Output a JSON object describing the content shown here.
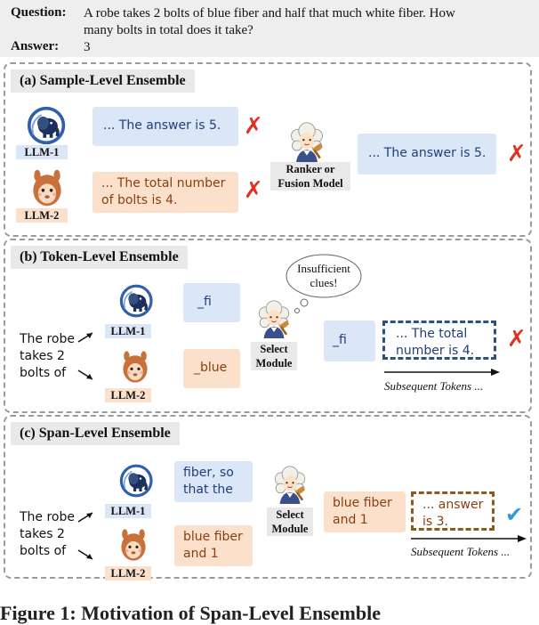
{
  "question": {
    "q_label": "Question:",
    "q_text": "A robe takes 2 bolts of blue fiber and half that much white fiber.  How many bolts in total does it take?",
    "a_label": "Answer:",
    "a_text": "3"
  },
  "sample": {
    "title": "(a) Sample-Level Ensemble",
    "llm1": "LLM-1",
    "llm2": "LLM-2",
    "bubble1": "... The answer is 5.",
    "bubble2": "... The total number of bolts is 4.",
    "ranker": "Ranker or Fusion Model",
    "output": "... The answer is 5."
  },
  "token": {
    "title": "(b) Token-Level Ensemble",
    "prompt": "The robe takes 2 bolts of",
    "llm1": "LLM-1",
    "llm2": "LLM-2",
    "tok1": "_fi",
    "tok2": "_blue",
    "thought": "Insufficient clues!",
    "select": "Select Module",
    "chosen": "_fi",
    "result": "... The total number is 4.",
    "subsequent": "Subsequent Tokens ..."
  },
  "span": {
    "title": "(c) Span-Level Ensemble",
    "prompt": "The robe takes 2 bolts of",
    "llm1": "LLM-1",
    "llm2": "LLM-2",
    "span1": "fiber, so that the",
    "span2": "blue fiber and 1",
    "select": "Select Module",
    "chosen": "blue fiber and 1",
    "result": "... answer is 3.",
    "subsequent": "Subsequent Tokens ..."
  },
  "caption": "Figure 1: Motivation of Span-Level Ensemble",
  "icons": [
    "elephant-llm-icon",
    "alpaca-llm-icon",
    "judge-icon",
    "cross-mark-icon",
    "check-mark-icon"
  ],
  "colors": {
    "blue_bubble": "#dbe6f6",
    "orange_bubble": "#fbe1cc",
    "cross": "#e0311f",
    "check": "#2e9ad6",
    "dash_blue": "#2b4f86",
    "dash_brown": "#8a5a1f"
  }
}
